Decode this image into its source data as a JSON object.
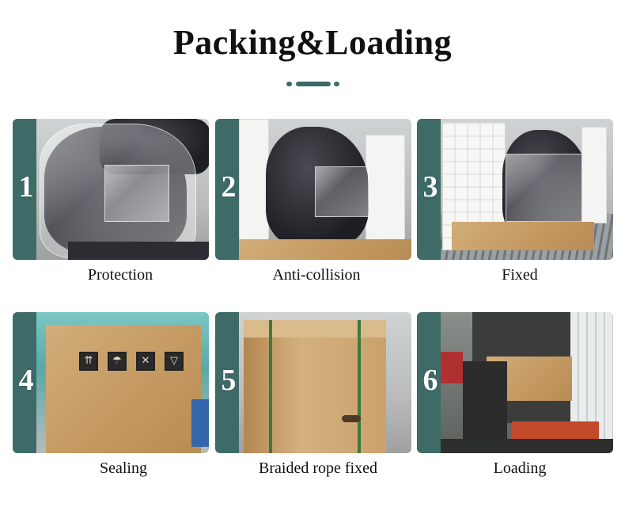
{
  "title": "Packing&Loading",
  "colors": {
    "accent": "#3e6b67",
    "title": "#111111",
    "background": "#ffffff"
  },
  "steps": [
    {
      "number": "1",
      "caption": "Protection"
    },
    {
      "number": "2",
      "caption": "Anti-collision"
    },
    {
      "number": "3",
      "caption": "Fixed"
    },
    {
      "number": "4",
      "caption": "Sealing"
    },
    {
      "number": "5",
      "caption": "Braided rope fixed"
    },
    {
      "number": "6",
      "caption": "Loading"
    }
  ]
}
